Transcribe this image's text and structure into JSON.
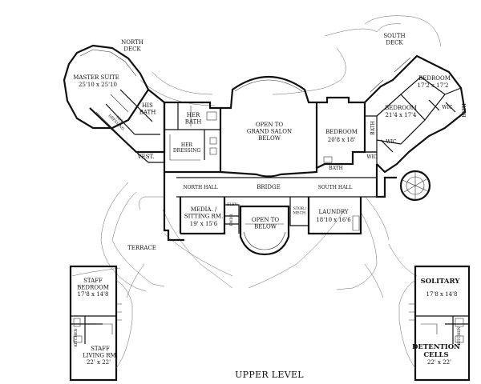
{
  "plan": {
    "level_title": "UPPER LEVEL",
    "rooms": {
      "north_deck": {
        "name": "NORTH\nDECK"
      },
      "south_deck": {
        "name": "SOUTH\nDECK"
      },
      "master_suite": {
        "name": "MASTER SUITE",
        "size": "25'10 x 25'10"
      },
      "his_bath": {
        "name": "HIS\nBATH"
      },
      "his_dressing": {
        "name": "HIS\nDRESSING"
      },
      "her_bath": {
        "name": "HER\nBATH"
      },
      "her_dressing": {
        "name": "HER\nDRESSING"
      },
      "vest": {
        "name": "VEST."
      },
      "open_grand_salon": {
        "name": "OPEN TO\nGRAND SALON\nBELOW"
      },
      "bedroom_center": {
        "name": "BEDROOM",
        "size": "20'8 x 18'"
      },
      "bedroom_mid": {
        "name": "BEDROOM",
        "size": "21'4 x 17'4"
      },
      "bedroom_far": {
        "name": "BEDROOM",
        "size": "17'2 x 17'2"
      },
      "bath_1": {
        "name": "BATH"
      },
      "bath_2": {
        "name": "BATH"
      },
      "bath_3": {
        "name": "BATH"
      },
      "wic_1": {
        "name": "WIC"
      },
      "wic_2": {
        "name": "WIC"
      },
      "wic_3": {
        "name": "WIC"
      },
      "north_hall": {
        "name": "NORTH HALL"
      },
      "bridge": {
        "name": "BRIDGE"
      },
      "south_hall": {
        "name": "SOUTH HALL"
      },
      "media": {
        "name": "MEDIA. /\nSITTING RM.",
        "size": "19' x 15'6"
      },
      "elev": {
        "name": "ELEV."
      },
      "pwdr": {
        "name": "PWDR"
      },
      "open_below": {
        "name": "OPEN TO\nBELOW"
      },
      "stor_mech": {
        "name": "STOR./\nMECH."
      },
      "laundry": {
        "name": "LAUNDRY",
        "size": "18'10 x 16'6"
      },
      "terrace": {
        "name": "TERRACE"
      },
      "staff_bedroom": {
        "name": "STAFF\nBEDROOM",
        "size": "17'8 x 14'8"
      },
      "staff_living": {
        "name": "STAFF\nLIVING RM.",
        "size": "22' x 22'"
      },
      "kitchen": {
        "name": "KITCHEN"
      },
      "solitary": {
        "name": "SOLITARY",
        "size": "17'8 x 14'8"
      },
      "detention": {
        "name": "DETENTION\nCELLS",
        "size": "22' x 22'"
      }
    }
  }
}
